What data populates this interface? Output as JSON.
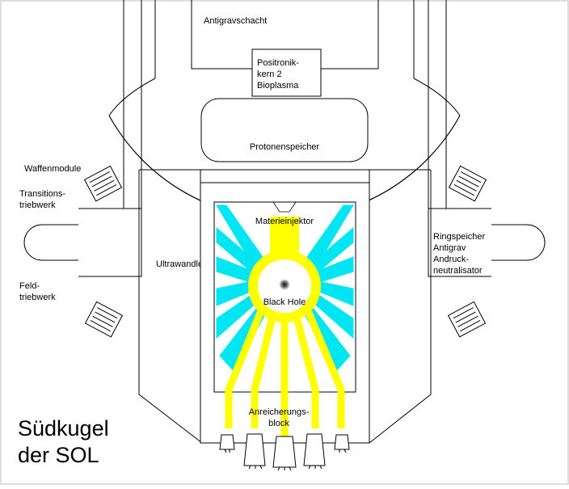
{
  "labels": {
    "shaft": "Antigravschacht",
    "positronik_1": "Positronik-",
    "positronik_2": "kern 2",
    "positronik_3": "Bioplasma",
    "proton": "Protonenspeicher",
    "injector": "Materieinjektor",
    "blackhole": "Black Hole",
    "ultra": "Ultrawandler",
    "waffen": "Waffenmodule",
    "trans_1": "Transitions-",
    "trans_2": "triebwerk",
    "feld_1": "Feld-",
    "feld_2": "triebwerk",
    "ring_1": "Ringspeicher",
    "ring_2": "Antigrav",
    "ring_3": "Andruck-",
    "ring_4": "neutralisator",
    "anr_1": "Anreicherungs-",
    "anr_2": "block",
    "title_1": "Südkugel",
    "title_2": "der SOL"
  },
  "colors": {
    "cyan": "#00e5f2",
    "yellow": "#ffff00",
    "stroke": "#000000",
    "background": "#ffffff"
  }
}
